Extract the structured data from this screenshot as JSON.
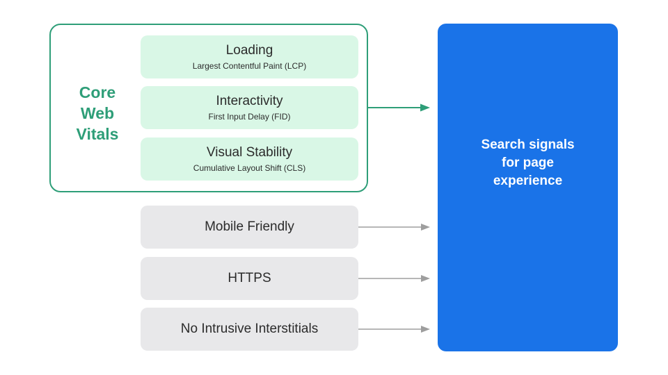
{
  "core_web_vitals": {
    "label_lines": [
      "Core",
      "Web",
      "Vitals"
    ],
    "metrics": [
      {
        "name": "Loading",
        "detail": "Largest Contentful Paint (LCP)"
      },
      {
        "name": "Interactivity",
        "detail": "First Input Delay (FID)"
      },
      {
        "name": "Visual Stability",
        "detail": "Cumulative Layout Shift (CLS)"
      }
    ],
    "colors": {
      "border": "#2e9e78",
      "fill": "#d9f7e6"
    }
  },
  "other_signals": [
    {
      "name": "Mobile Friendly"
    },
    {
      "name": "HTTPS"
    },
    {
      "name": "No Intrusive Interstitials"
    }
  ],
  "target": {
    "lines": [
      "Search signals",
      "for page",
      "experience"
    ],
    "color": "#1a73e8"
  },
  "colors": {
    "green_arrow": "#2e9e78",
    "gray_arrow": "#9e9e9e",
    "gray_fill": "#e8e8ea"
  }
}
